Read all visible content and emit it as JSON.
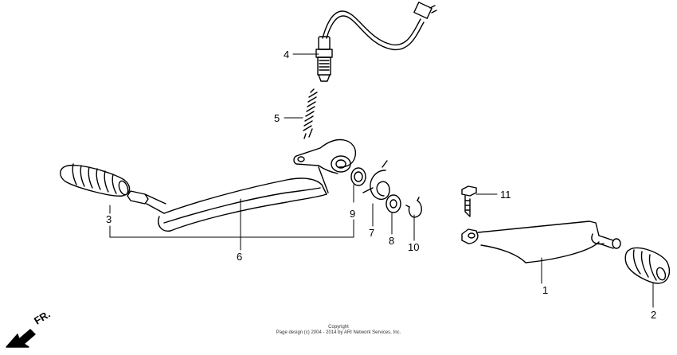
{
  "diagram": {
    "callouts": [
      {
        "id": "1",
        "text": "1"
      },
      {
        "id": "2",
        "text": "2"
      },
      {
        "id": "3",
        "text": "3"
      },
      {
        "id": "4",
        "text": "4"
      },
      {
        "id": "5",
        "text": "5"
      },
      {
        "id": "6",
        "text": "6"
      },
      {
        "id": "7",
        "text": "7"
      },
      {
        "id": "8",
        "text": "8"
      },
      {
        "id": "9",
        "text": "9"
      },
      {
        "id": "10",
        "text": "10"
      },
      {
        "id": "11",
        "text": "11"
      }
    ],
    "direction_label": "FR.",
    "copyright_line1": "Copyright",
    "copyright_line2": "Page design (c) 2004 - 2014 by ARI Network Services, Inc."
  }
}
